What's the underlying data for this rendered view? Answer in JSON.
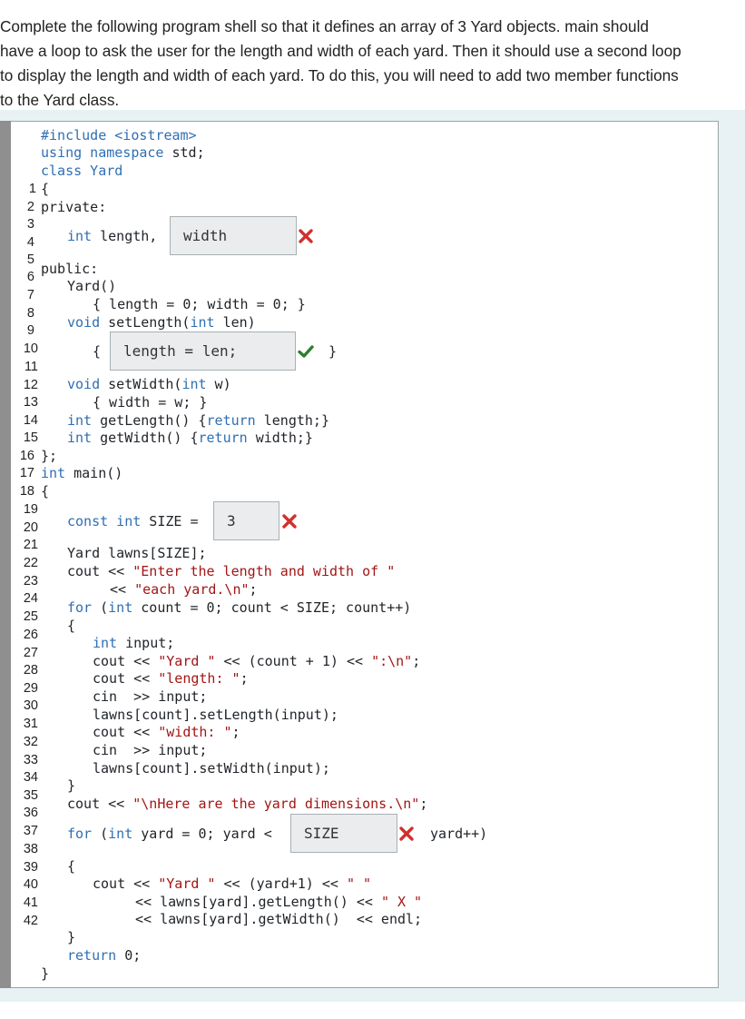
{
  "question": {
    "lines": [
      "Complete the following program shell so that it defines an array of 3 Yard objects. main should",
      "have a loop to ask the user for the length and width of each yard. Then it should use a second loop",
      "to display the length and width of each yard. To do this, you will need to add two member functions",
      "to the Yard class."
    ]
  },
  "code": {
    "include": "#include <iostream>",
    "using_kw": "using namespace",
    "using_rest": " std;",
    "class_kw": "class",
    "class_name": " Yard",
    "l1": "{",
    "l2": "private:",
    "l4_kw": "int",
    "l4_tx": " length,",
    "l6": "public:",
    "ctor": "Yard()",
    "ctor_body": "{ length = 0; width = 0; }",
    "setlen_kw": "void",
    "setlen_a": " setLength(",
    "setlen_kw2": "int",
    "setlen_b": " len)",
    "l10_open": "{",
    "l10_close": "}",
    "setw_kw": "void",
    "setw_a": " setWidth(",
    "setw_kw2": "int",
    "setw_b": " w)",
    "setw_body": "{ width = w; }",
    "getlen_kw": "int",
    "getlen_a": " getLength() {",
    "getlen_kw2": "return",
    "getlen_b": " length;}",
    "getw_kw": "int",
    "getw_a": " getWidth() {",
    "getw_kw2": "return",
    "getw_b": " width;}",
    "l16": "};",
    "l17_kw": "int",
    "l17_tx": " main()",
    "l18": "{",
    "size_kw": "const int",
    "size_tx": " SIZE =",
    "lawns": "Yard lawns[SIZE];",
    "cout1_a": "cout << ",
    "cout1_s": "\"Enter the length and width of \"",
    "cout1b_a": "<< ",
    "cout1b_s": "\"each yard.\\n\"",
    "cout1b_b": ";",
    "for1_kw": "for",
    "for1_a": " (",
    "for1_kw2": "int",
    "for1_b": " count = 0; count < SIZE; count++)",
    "brace_open": "{",
    "input_kw": "int",
    "input_tx": " input;",
    "c2_a": "cout << ",
    "c2_s1": "\"Yard \"",
    "c2_b": " << (count + 1) << ",
    "c2_s2": "\":\\n\"",
    "c2_c": ";",
    "c3_a": "cout << ",
    "c3_s": "\"length: \"",
    "c3_b": ";",
    "cin1": "cin  >> input;",
    "setl_call": "lawns[count].setLength(input);",
    "c4_a": "cout << ",
    "c4_s": "\"width: \"",
    "c4_b": ";",
    "cin2": "cin  >> input;",
    "setw_call": "lawns[count].setWidth(input);",
    "brace_close": "}",
    "c5_a": "cout << ",
    "c5_s": "\"\\nHere are the yard dimensions.\\n\"",
    "c5_b": ";",
    "for2_kw": "for",
    "for2_a": " (",
    "for2_kw2": "int",
    "for2_b": " yard = 0; yard <",
    "for2_tail": "yard++)",
    "c6_a": "cout << ",
    "c6_s1": "\"Yard \"",
    "c6_b": " << (yard+1) << ",
    "c6_s2": "\" \"",
    "c7_a": "<< lawns[yard].getLength() << ",
    "c7_s": "\" X \"",
    "c8": "<< lawns[yard].getWidth()  << endl;",
    "ret_kw": "return",
    "ret_tx": " 0;",
    "final": "}"
  },
  "line_numbers": [
    "1",
    "2",
    "3",
    "4",
    "5",
    "6",
    "7",
    "8",
    "9",
    "10",
    "11",
    "12",
    "13",
    "14",
    "15",
    "16",
    "17",
    "18",
    "19",
    "20",
    "21",
    "22",
    "23",
    "24",
    "25",
    "26",
    "27",
    "28",
    "29",
    "30",
    "31",
    "32",
    "33",
    "34",
    "35",
    "36",
    "37",
    "38",
    "39",
    "40",
    "41",
    "42"
  ],
  "blanks": {
    "width_field": "width",
    "setlength_body": "length = len;",
    "size_value": "3",
    "loop_bound": "SIZE"
  },
  "marks": {
    "wrong_color": "#d0312d",
    "right_color": "#2e7d32"
  }
}
